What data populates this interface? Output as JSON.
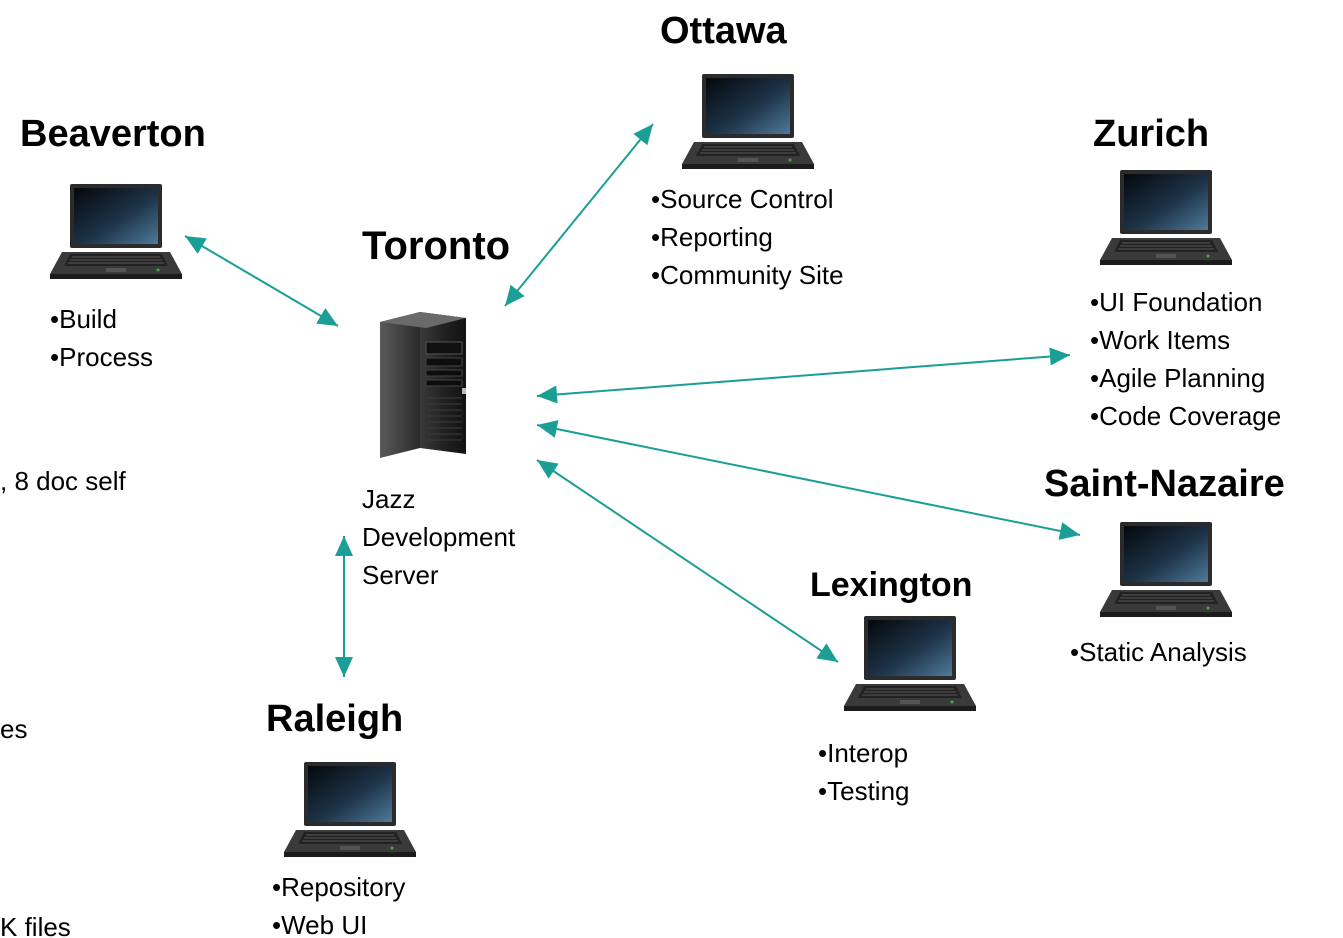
{
  "colors": {
    "arrow": "#1a9e96",
    "laptop_body": "#2b2b2b",
    "screen_top": "#05080c",
    "screen_glow": "#4e7a9a"
  },
  "nodes": {
    "ottawa": {
      "name": "Ottawa",
      "items": [
        "•Source Control",
        "•Reporting",
        "•Community Site"
      ]
    },
    "beaverton": {
      "name": "Beaverton",
      "items": [
        "•Build",
        "•Process"
      ]
    },
    "toronto": {
      "name": "Toronto",
      "caption": [
        "Jazz",
        "Development",
        "Server"
      ]
    },
    "zurich": {
      "name": "Zurich",
      "items": [
        "•UI Foundation",
        "•Work Items",
        "•Agile Planning",
        "•Code Coverage"
      ]
    },
    "saint_nazaire": {
      "name": "Saint-Nazaire",
      "items": [
        "•Static Analysis"
      ]
    },
    "lexington": {
      "name": "Lexington",
      "items": [
        "•Interop",
        "•Testing"
      ]
    },
    "raleigh": {
      "name": "Raleigh",
      "items": [
        "•Repository",
        "•Web UI"
      ]
    }
  },
  "left_fragments": [
    ", 8 doc self",
    "es",
    "K files"
  ]
}
